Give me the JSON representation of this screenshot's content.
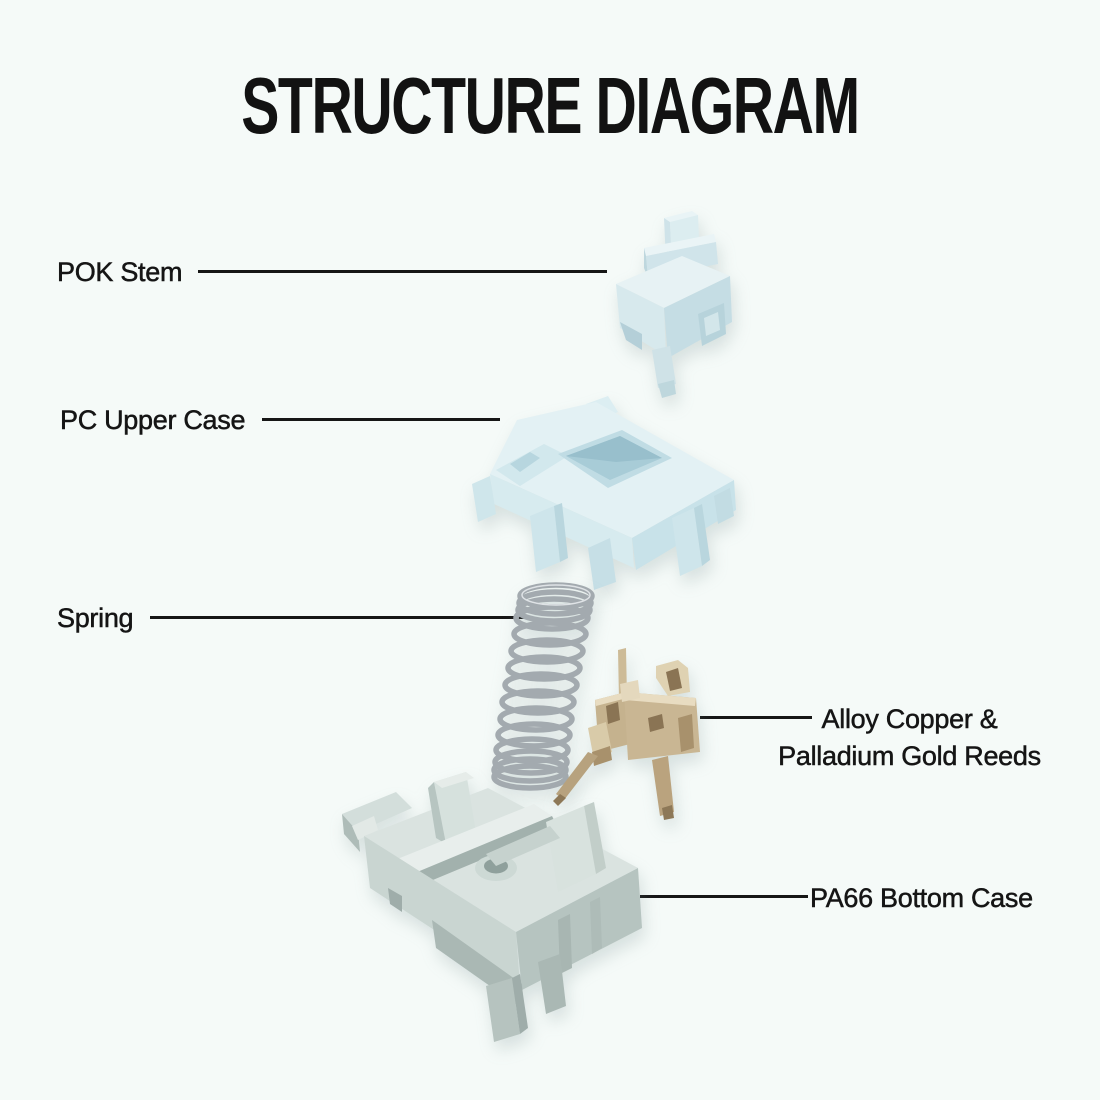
{
  "page": {
    "title": "STRUCTURE DIAGRAM",
    "background_color": "#f5faf8",
    "text_color": "#151515",
    "leader_line_color": "#161616"
  },
  "diagram": {
    "type": "exploded-view",
    "subject": "mechanical keyboard switch",
    "parts": [
      {
        "id": "pok-stem",
        "label": "POK Stem",
        "label_side": "left",
        "color": "#d8eaee"
      },
      {
        "id": "pc-upper-case",
        "label": "PC Upper Case",
        "label_side": "left",
        "color": "#d8ecf0"
      },
      {
        "id": "spring",
        "label": "Spring",
        "label_side": "left",
        "color": "#a6adb2"
      },
      {
        "id": "alloy-copper-palladium-gold-reeds",
        "label": "Alloy Copper & Palladium Gold Reeds",
        "label_lines": [
          "Alloy Copper &",
          "Palladium Gold Reeds"
        ],
        "label_side": "right",
        "color": "#c9b693"
      },
      {
        "id": "pa66-bottom-case",
        "label": "PA66 Bottom Case",
        "label_side": "right",
        "color": "#ccd8d4"
      }
    ]
  }
}
